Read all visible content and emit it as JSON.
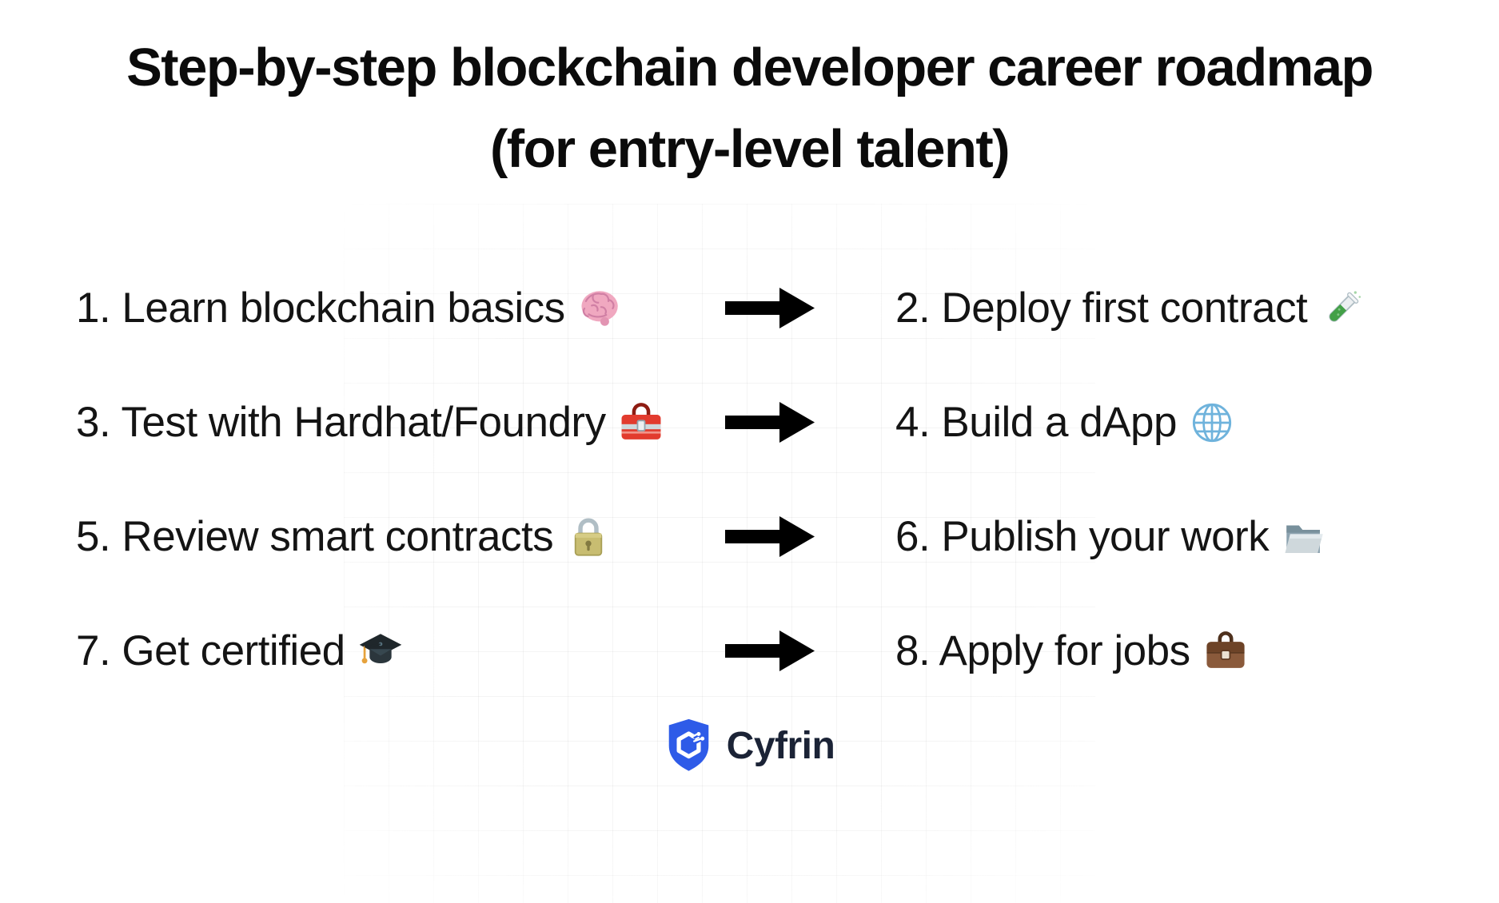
{
  "title": {
    "line1": "Step-by-step blockchain developer career roadmap",
    "line2": "(for entry-level talent)"
  },
  "steps": [
    {
      "text": "1. Learn blockchain basics",
      "icon": "brain-icon"
    },
    {
      "text": "2. Deploy first contract",
      "icon": "test-tube-icon"
    },
    {
      "text": "3. Test with Hardhat/Foundry",
      "icon": "toolbox-icon"
    },
    {
      "text": "4. Build a dApp",
      "icon": "globe-icon"
    },
    {
      "text": "5. Review smart contracts",
      "icon": "lock-icon"
    },
    {
      "text": "6. Publish your work",
      "icon": "open-folder-icon"
    },
    {
      "text": "7. Get certified",
      "icon": "graduation-cap-icon"
    },
    {
      "text": "8. Apply for jobs",
      "icon": "briefcase-icon"
    }
  ],
  "arrows": {
    "direction": "right",
    "count": 4
  },
  "logo": {
    "brand": "Cyfrin",
    "icon": "cyfrin-shield-icon"
  },
  "colors": {
    "background": "#ffffff",
    "title_text": "#0b0b0b",
    "body_text": "#141414",
    "arrow": "#000000",
    "brand_blue": "#2e5be8",
    "brand_navy": "#1b2336",
    "grid_line": "#f3f3f3"
  }
}
